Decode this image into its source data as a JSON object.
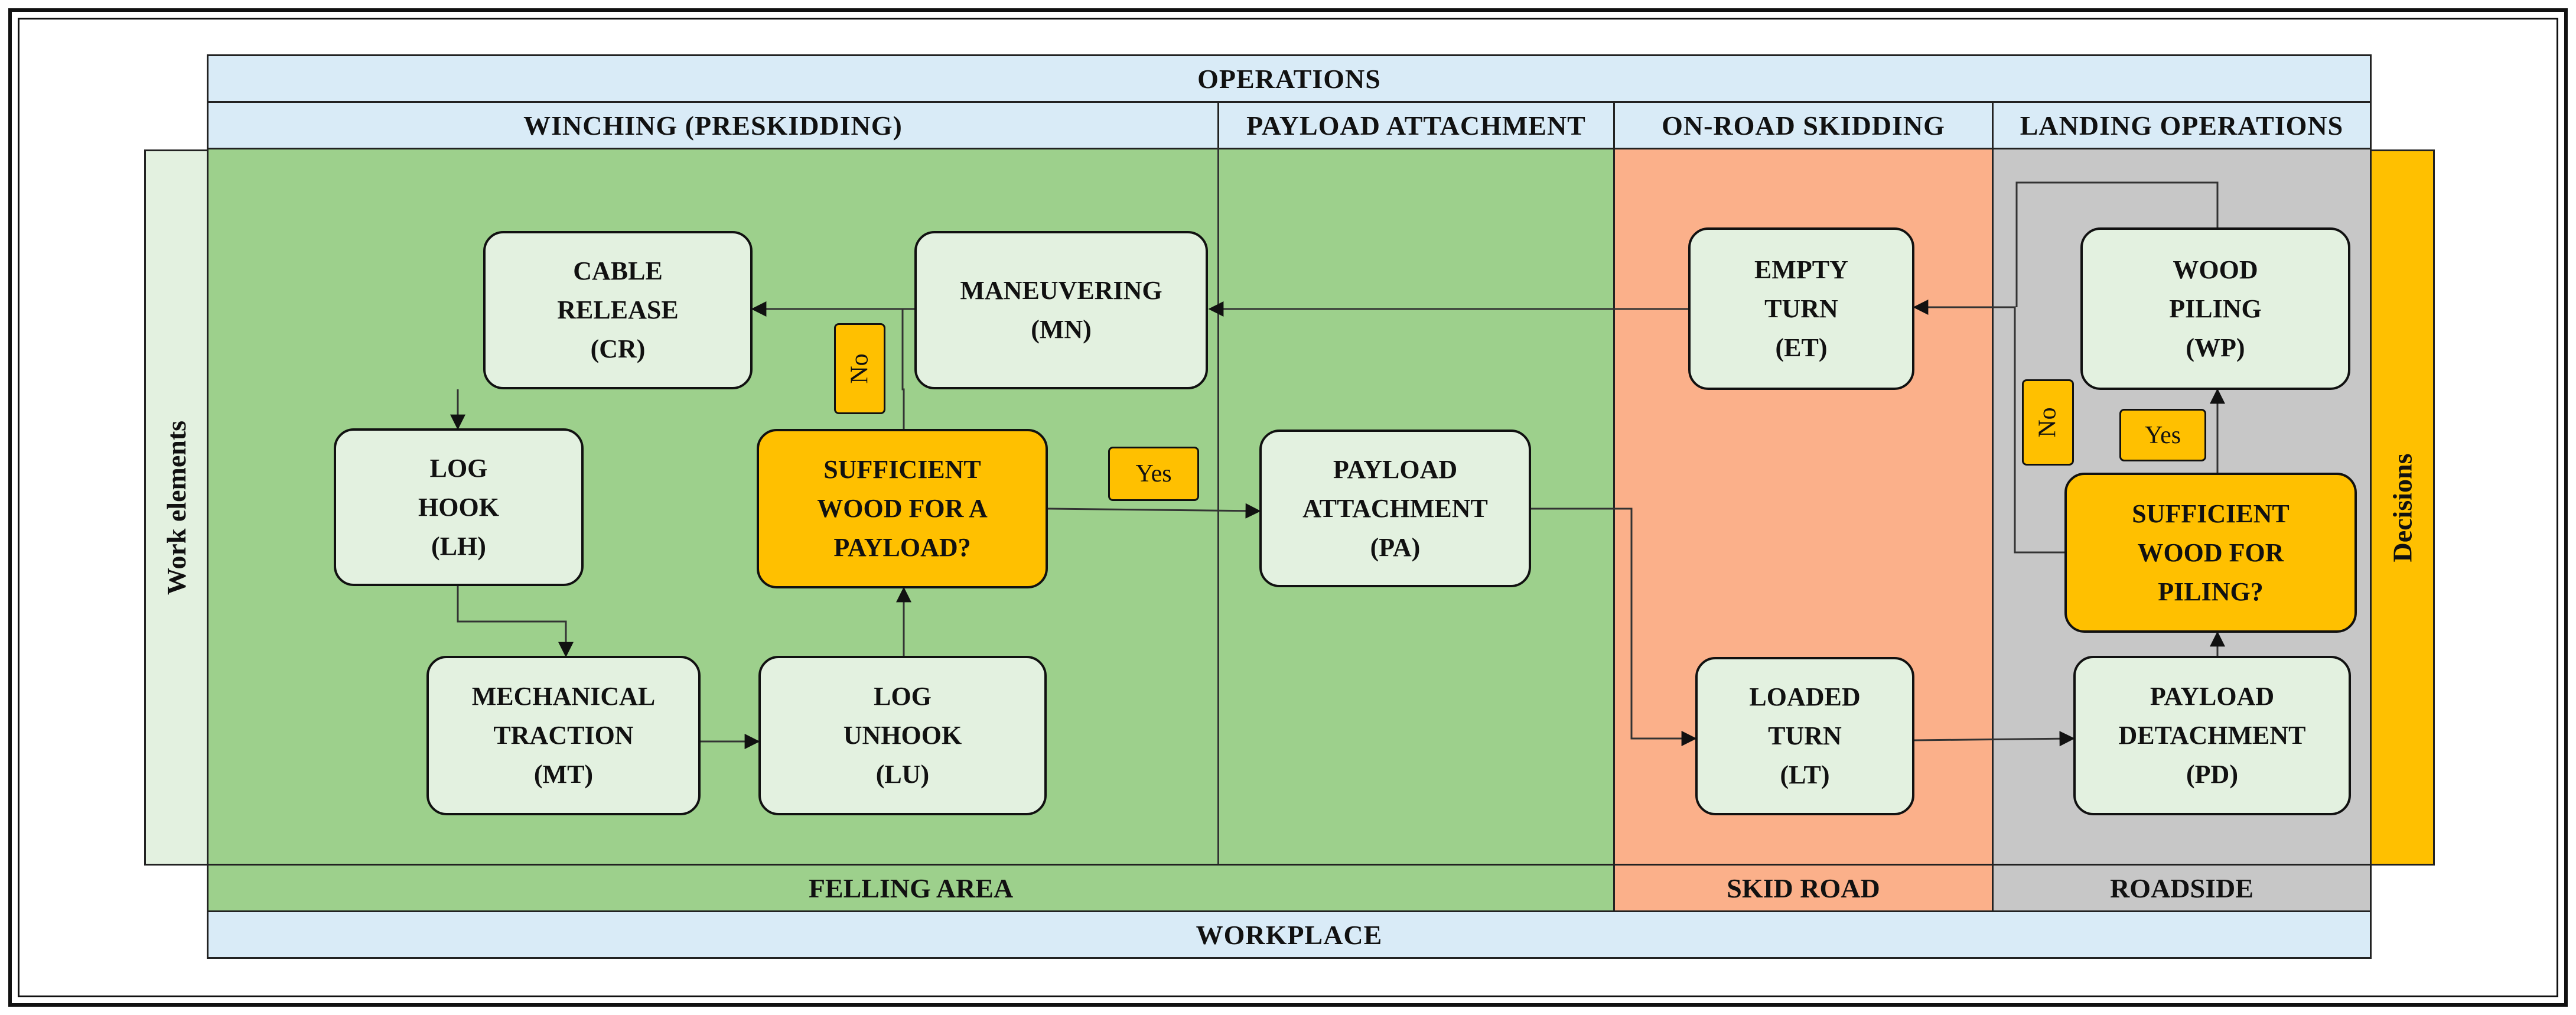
{
  "header": {
    "operations": "OPERATIONS",
    "phases": [
      "WINCHING (PRESKIDDING)",
      "PAYLOAD ATTACHMENT",
      "ON-ROAD SKIDDING",
      "LANDING OPERATIONS"
    ]
  },
  "side": {
    "left_label": "Work elements",
    "right_label": "Decisions"
  },
  "workplace": {
    "zones": [
      "FELLING AREA",
      "SKID ROAD",
      "ROADSIDE"
    ],
    "label": "WORKPLACE"
  },
  "nodes": {
    "cr": [
      "CABLE",
      "RELEASE",
      "(CR)"
    ],
    "mn": [
      "MANEUVERING",
      "(MN)"
    ],
    "lh": [
      "LOG",
      "HOOK",
      "(LH)"
    ],
    "mt": [
      "MECHANICAL",
      "TRACTION",
      "(MT)"
    ],
    "lu": [
      "LOG",
      "UNHOOK",
      "(LU)"
    ],
    "pa": [
      "PAYLOAD",
      "ATTACHMENT",
      "(PA)"
    ],
    "et": [
      "EMPTY",
      "TURN",
      "(ET)"
    ],
    "lt": [
      "LOADED",
      "TURN",
      "(LT)"
    ],
    "wp": [
      "WOOD",
      "PILING",
      "(WP)"
    ],
    "pd": [
      "PAYLOAD",
      "DETACHMENT",
      "(PD)"
    ]
  },
  "decisions": {
    "payload": [
      "SUFFICIENT",
      "WOOD FOR A",
      "PAYLOAD?"
    ],
    "piling": [
      "SUFFICIENT",
      "WOOD FOR",
      "PILING?"
    ]
  },
  "tags": {
    "no_left": "No",
    "yes_left": "Yes",
    "no_right": "No",
    "yes_right": "Yes"
  },
  "colors": {
    "band": "#d9ebf7",
    "felling_area": "#9dd08c",
    "skid_road": "#fbb08a",
    "roadside": "#c7c7c7",
    "decision": "#ffc000",
    "node": "#e3f1e0"
  }
}
